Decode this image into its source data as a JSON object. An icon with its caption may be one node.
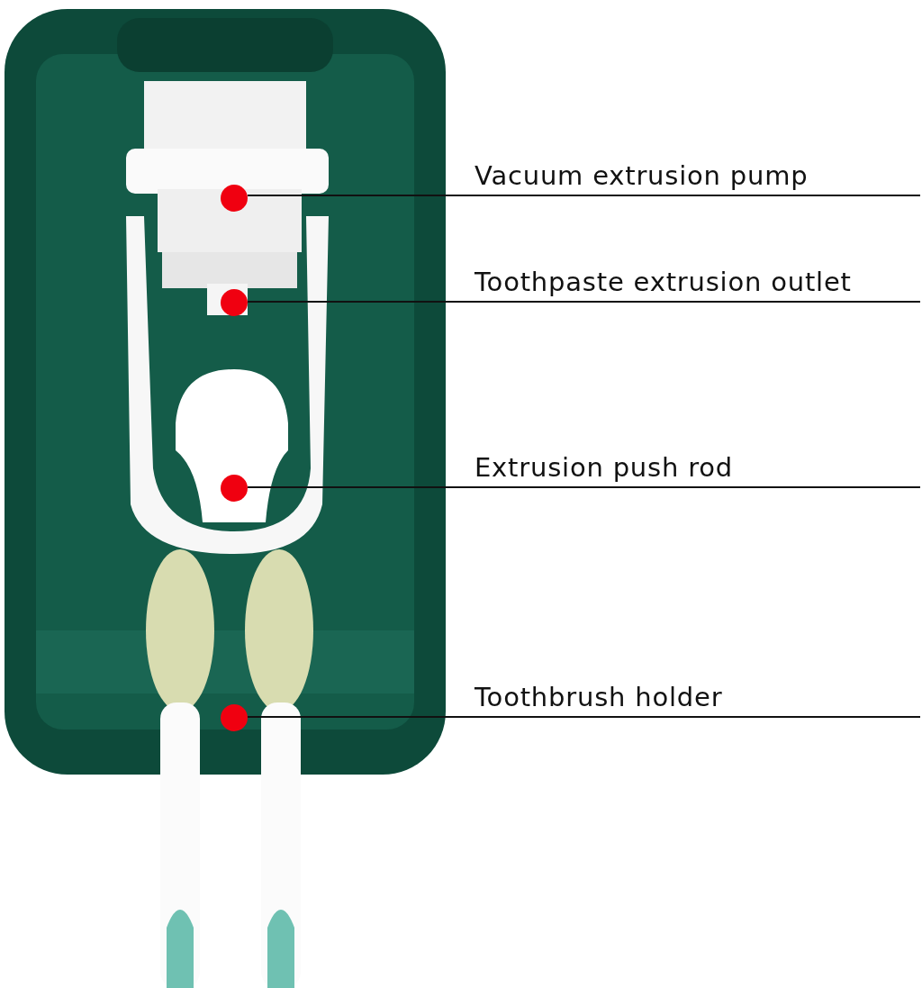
{
  "diagram": {
    "nodes": [
      {
        "text": [
          "Vacuum extrusion pump"
        ]
      },
      {
        "text": [
          "Toothpaste extrusion outlet"
        ]
      },
      {
        "text": [
          "Extrusion push rod"
        ]
      },
      {
        "text": [
          "Toothbrush holder"
        ]
      },
      {
        "text": [],
        "shape": "circle"
      },
      {
        "text": [],
        "shape": "circle"
      },
      {
        "text": [],
        "shape": "circle"
      },
      {
        "text": [],
        "shape": "circle"
      }
    ],
    "edges": [
      {
        "from": 0,
        "to": 4,
        "arrow": "none"
      },
      {
        "from": 1,
        "to": 5,
        "arrow": "none"
      },
      {
        "from": 2,
        "to": 6,
        "arrow": "none"
      },
      {
        "from": 3,
        "to": 7,
        "arrow": "none"
      }
    ]
  }
}
